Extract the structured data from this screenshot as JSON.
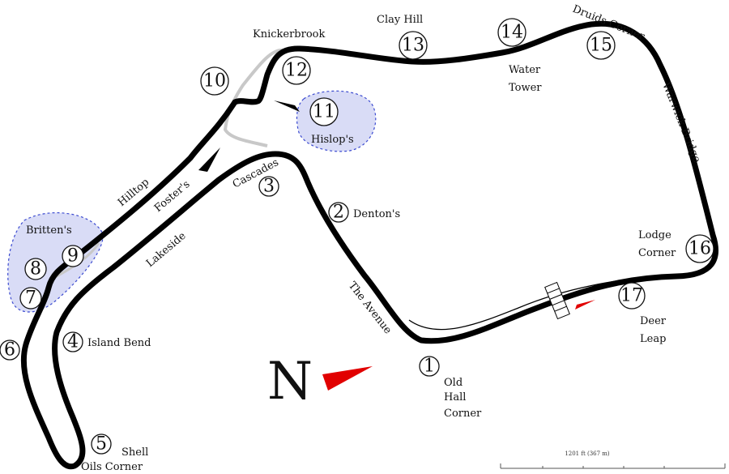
{
  "colors": {
    "track": "#000000",
    "old_track": "#c8c8c8",
    "zone_fill": "#d9dcf6",
    "zone_stroke": "#3c4bd0",
    "arrow_red": "#e10000",
    "arrow_black": "#000000"
  },
  "corners": [
    {
      "num": "1"
    },
    {
      "num": "2"
    },
    {
      "num": "3"
    },
    {
      "num": "4"
    },
    {
      "num": "5"
    },
    {
      "num": "6"
    },
    {
      "num": "7"
    },
    {
      "num": "8"
    },
    {
      "num": "9"
    },
    {
      "num": "10"
    },
    {
      "num": "11"
    },
    {
      "num": "12"
    },
    {
      "num": "13"
    },
    {
      "num": "14"
    },
    {
      "num": "15"
    },
    {
      "num": "16"
    },
    {
      "num": "17"
    }
  ],
  "labels": {
    "old_hall_1": "Old",
    "old_hall_2": "Hall",
    "old_hall_3": "Corner",
    "dentons": "Denton's",
    "cascades": "Cascades",
    "island_bend": "Island Bend",
    "shell_1": "Shell",
    "shell_2": "Oils Corner",
    "brittens": "Britten's",
    "lakeside": "Lakeside",
    "foster": "Foster's",
    "hilltop": "Hilltop",
    "knickerbrook": "Knickerbrook",
    "hislops": "Hislop's",
    "clay_hill": "Clay Hill",
    "water": "Water",
    "tower": "Tower",
    "druids": "Druids Corner",
    "warwick": "Warwick Bridge",
    "lodge_1": "Lodge",
    "lodge_2": "Corner",
    "deer_1": "Deer",
    "deer_2": "Leap",
    "the_avenue": "The Avenue"
  },
  "north_label": "N",
  "scale_label": "1201 ft (367 m)"
}
